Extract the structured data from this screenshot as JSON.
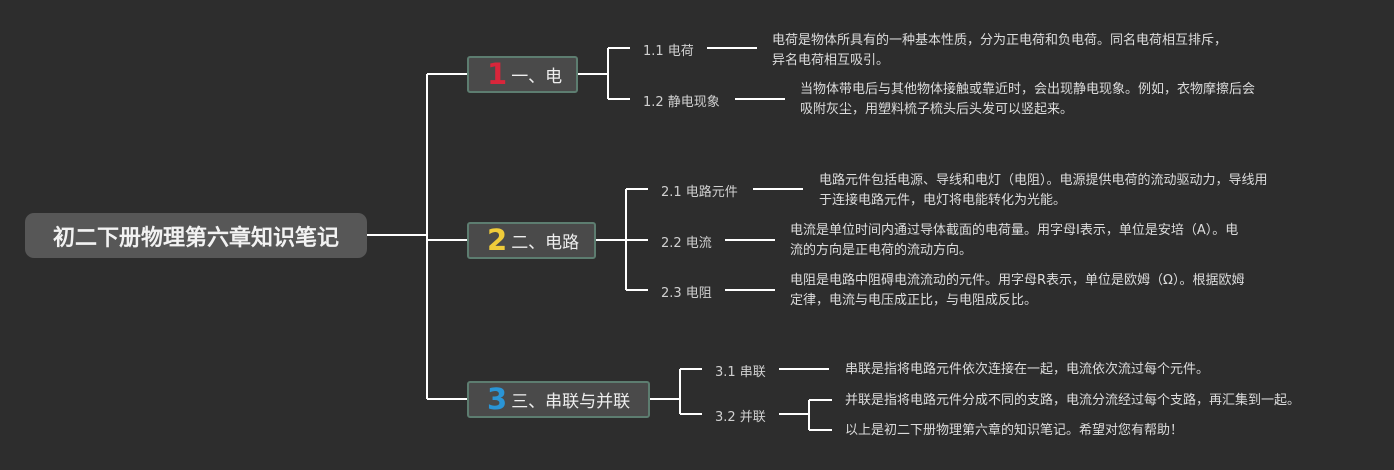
{
  "title": "初二下册物理第六章知识笔记",
  "colors": {
    "background": "#2d2d2d",
    "line": "#ffffff",
    "num1": "#d9263b",
    "num2": "#f0cc3a",
    "num3": "#2a95d6",
    "branch_border": "#5d7d70"
  },
  "branches": [
    {
      "num": "1",
      "label": "一、电",
      "items": [
        {
          "title": "1.1 电荷",
          "desc": [
            "电荷是物体所具有的一种基本性质，分为正电荷和负电荷。同名电荷相互排斥，",
            "异名电荷相互吸引。"
          ]
        },
        {
          "title": "1.2 静电现象",
          "desc": [
            "当物体带电后与其他物体接触或靠近时，会出现静电现象。例如，衣物摩擦后会",
            "吸附灰尘，用塑料梳子梳头后头发可以竖起来。"
          ]
        }
      ]
    },
    {
      "num": "2",
      "label": "二、电路",
      "items": [
        {
          "title": "2.1 电路元件",
          "desc": [
            "电路元件包括电源、导线和电灯（电阻）。电源提供电荷的流动驱动力，导线用",
            "于连接电路元件，电灯将电能转化为光能。"
          ]
        },
        {
          "title": "2.2 电流",
          "desc": [
            "电流是单位时间内通过导体截面的电荷量。用字母I表示，单位是安培（A）。电",
            "流的方向是正电荷的流动方向。"
          ]
        },
        {
          "title": "2.3 电阻",
          "desc": [
            "电阻是电路中阻碍电流流动的元件。用字母R表示，单位是欧姆（Ω）。根据欧姆",
            "定律，电流与电压成正比，与电阻成反比。"
          ]
        }
      ]
    },
    {
      "num": "3",
      "label": "三、串联与并联",
      "items": [
        {
          "title": "3.1 串联",
          "desc": [
            "串联是指将电路元件依次连接在一起，电流依次流过每个元件。"
          ]
        },
        {
          "title": "3.2 并联",
          "desc": [
            "并联是指将电路元件分成不同的支路，电流分流经过每个支路，再汇集到一起。",
            "以上是初二下册物理第六章的知识笔记。希望对您有帮助！"
          ]
        }
      ]
    }
  ]
}
